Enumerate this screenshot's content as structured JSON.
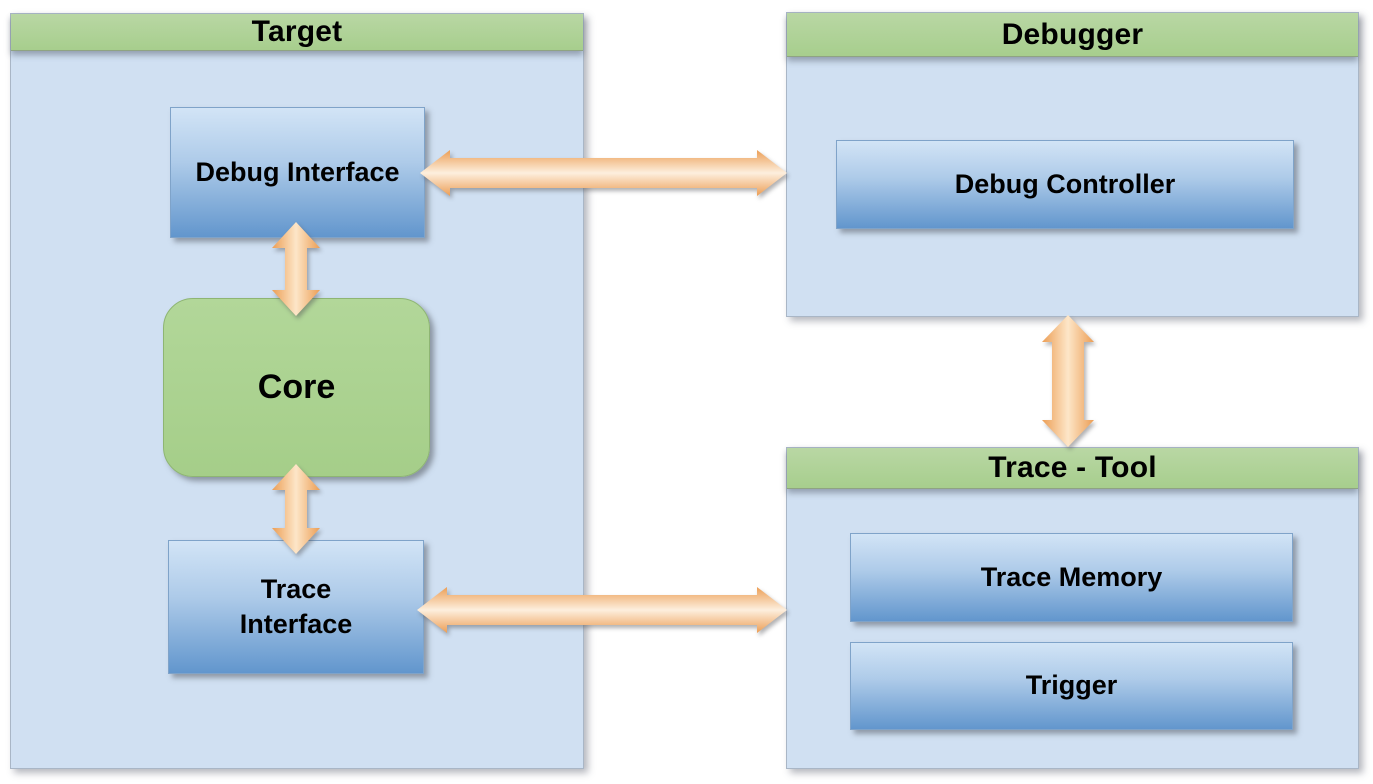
{
  "containers": {
    "target": {
      "title": "Target"
    },
    "debugger": {
      "title": "Debugger"
    },
    "trace_tool": {
      "title": "Trace - Tool"
    }
  },
  "nodes": {
    "debug_interface": {
      "label": "Debug Interface"
    },
    "core": {
      "label": "Core"
    },
    "trace_interface": {
      "label": "Trace\nInterface"
    },
    "debug_controller": {
      "label": "Debug Controller"
    },
    "trace_memory": {
      "label": "Trace Memory"
    },
    "trigger": {
      "label": "Trigger"
    }
  },
  "connections": [
    {
      "from": "debug_interface",
      "to": "debug_controller",
      "type": "bidirectional"
    },
    {
      "from": "debug_interface",
      "to": "core",
      "type": "bidirectional"
    },
    {
      "from": "core",
      "to": "trace_interface",
      "type": "bidirectional"
    },
    {
      "from": "trace_interface",
      "to": "trace_tool",
      "type": "bidirectional"
    },
    {
      "from": "debugger",
      "to": "trace_tool",
      "type": "bidirectional"
    }
  ],
  "colors": {
    "header_green": "#a9ce8e",
    "container_body_blue": "#d0e0f2",
    "node_blue_top": "#d2e4f6",
    "node_blue_bottom": "#6296cd",
    "core_green": "#a9d18e",
    "arrow_edge_orange": "#ec9e55",
    "arrow_center_cream": "#fdefde",
    "text": "#000000"
  }
}
